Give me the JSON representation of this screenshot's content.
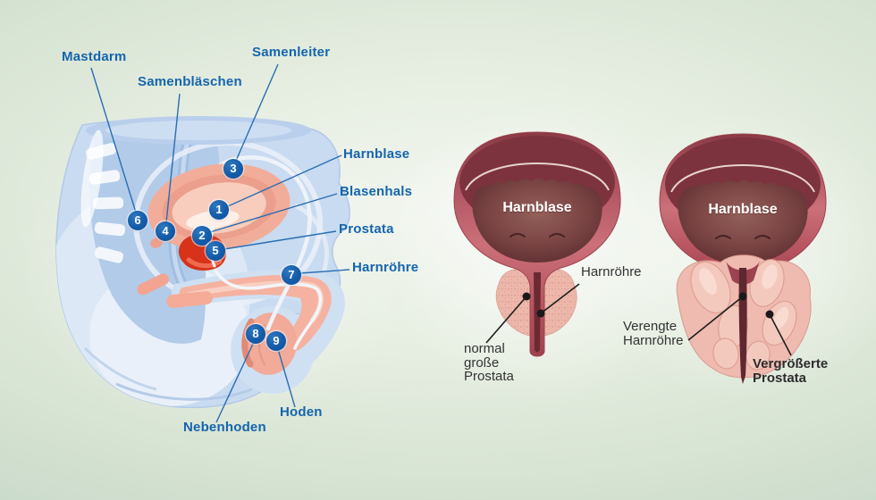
{
  "left_diagram": {
    "labels": [
      {
        "text": "Mastdarm",
        "marker": "6"
      },
      {
        "text": "Samenbläschen",
        "marker": "4"
      },
      {
        "text": "Samenleiter",
        "marker": "3"
      },
      {
        "text": "Harnblase",
        "marker": "1"
      },
      {
        "text": "Blasenhals",
        "marker": "2"
      },
      {
        "text": "Prostata",
        "marker": "5"
      },
      {
        "text": "Harnröhre",
        "marker": "7"
      },
      {
        "text": "Nebenhoden",
        "marker": "8"
      },
      {
        "text": "Hoden",
        "marker": "9"
      }
    ],
    "markers": [
      "1",
      "2",
      "3",
      "4",
      "5",
      "6",
      "7",
      "8",
      "9"
    ]
  },
  "right_diagram": {
    "normal": {
      "bladder_label": "Harnblase",
      "urethra_label": "Harnröhre",
      "prostate_label_line1": "normal",
      "prostate_label_line2": "große",
      "prostate_label_line3": "Prostata"
    },
    "enlarged": {
      "bladder_label": "Harnblase",
      "urethra_label_line1": "Verengte",
      "urethra_label_line2": "Harnröhre",
      "prostate_label_line1": "Vergrößerte",
      "prostate_label_line2": "Prostata"
    }
  },
  "colors": {
    "label_blue": "#1565ad",
    "marker_blue": "#0f55a2",
    "label_dark": "#333333",
    "background_center": "#f2f6ef",
    "background_edge": "#bccfbf",
    "body_blue": "#c9dbf0",
    "bladder_salmon": "#f2ad9a",
    "prostate_red": "#d6331a",
    "bladder_rim_red": "#c2606b",
    "bladder_cavity": "#7b4544",
    "prostate_pink": "#edb7ab"
  }
}
